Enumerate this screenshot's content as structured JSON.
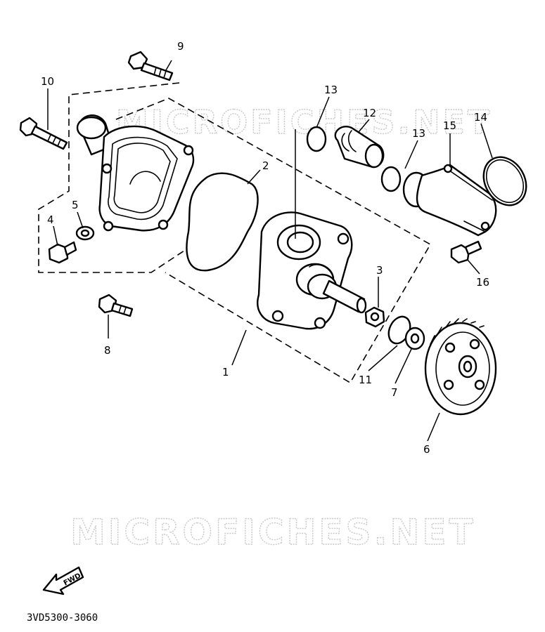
{
  "watermark": "MICROFICHES.NET",
  "diagram_code": "3VD5300-3060",
  "fwd_label": "FWD",
  "callouts": {
    "c1": "1",
    "c2": "2",
    "c3": "3",
    "c4": "4",
    "c5": "5",
    "c6": "6",
    "c7": "7",
    "c8": "8",
    "c9": "9",
    "c10": "10",
    "c11": "11",
    "c12": "12",
    "c13a": "13",
    "c13b": "13",
    "c14": "14",
    "c15": "15",
    "c16": "16"
  }
}
